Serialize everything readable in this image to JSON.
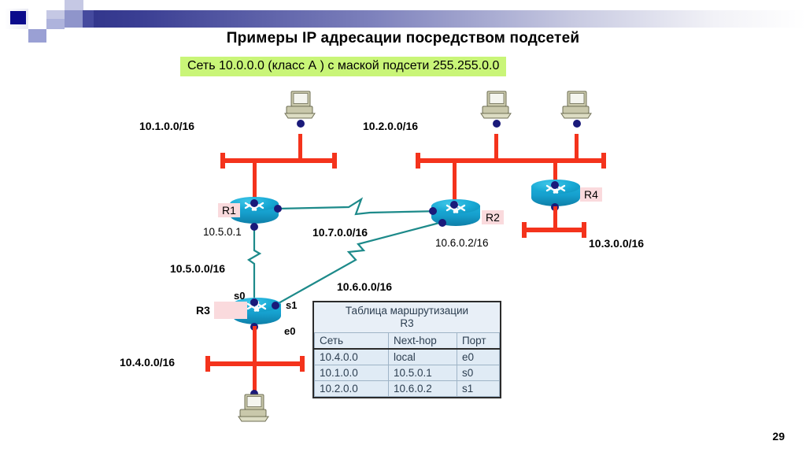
{
  "slide": {
    "title": "Примеры IP адресации посредством подсетей",
    "subtitle": "Сеть 10.0.0.0 (класс А ) с маской подсети 255.255.0.0",
    "page_number": "29",
    "accent_green": "#c9f578",
    "lan_color": "#f4331c",
    "serial_color": "#1d8a8a",
    "router_color": "#16a0ce",
    "tag_color": "#fadadd"
  },
  "networks": {
    "n1": "10.1.0.0/16",
    "n2": "10.2.0.0/16",
    "n3": "10.3.0.0/16",
    "n4": "10.4.0.0/16",
    "n5": "10.5.0.0/16",
    "n6": "10.6.0.0/16",
    "n7": "10.7.0.0/16"
  },
  "routers": {
    "r1": {
      "name": "R1",
      "interface_ip": "10.5.0.1"
    },
    "r2": {
      "name": "R2",
      "interface_ip": "10.6.0.2/16"
    },
    "r3": {
      "name": "R3",
      "interface_ip": ""
    },
    "r4": {
      "name": "R4"
    }
  },
  "r3_ports": {
    "s0": "s0",
    "s1": "s1",
    "e0": "e0"
  },
  "routing_table": {
    "title_line1": "Таблица маршрутизации",
    "title_line2": "R3",
    "headers": [
      "Сеть",
      "Next-hop",
      "Порт"
    ],
    "rows": [
      [
        "10.4.0.0",
        "local",
        "e0"
      ],
      [
        "10.1.0.0",
        "10.5.0.1",
        "s0"
      ],
      [
        "10.2.0.0",
        "10.6.0.2",
        "s1"
      ]
    ]
  }
}
